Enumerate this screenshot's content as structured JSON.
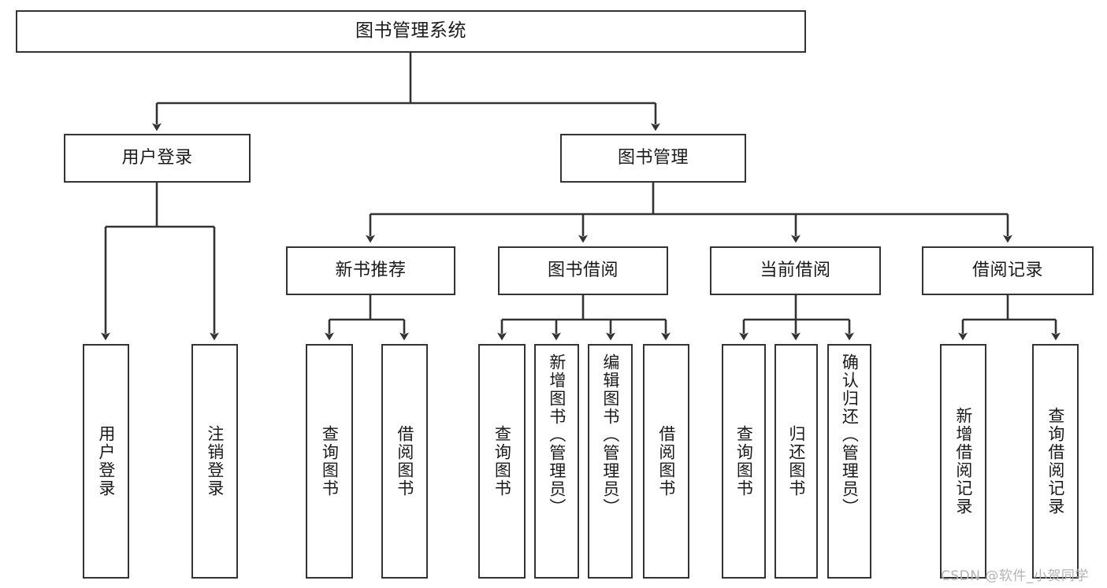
{
  "diagram": {
    "type": "tree",
    "title": "图书管理系统",
    "root": {
      "label": "图书管理系统"
    },
    "level2": [
      {
        "label": "用户登录"
      },
      {
        "label": "图书管理"
      }
    ],
    "level3": [
      {
        "label": "新书推荐"
      },
      {
        "label": "图书借阅"
      },
      {
        "label": "当前借阅"
      },
      {
        "label": "借阅记录"
      }
    ],
    "leaves": {
      "user_login": [
        {
          "label": "用户登录"
        },
        {
          "label": "注销登录"
        }
      ],
      "new_book_recommend": [
        {
          "label": "查询图书"
        },
        {
          "label": "借阅图书"
        }
      ],
      "book_borrow": [
        {
          "label": "查询图书"
        },
        {
          "label": "新增图书（管理员）"
        },
        {
          "label": "编辑图书（管理员）"
        },
        {
          "label": "借阅图书"
        }
      ],
      "current_borrow": [
        {
          "label": "查询图书"
        },
        {
          "label": "归还图书"
        },
        {
          "label": "确认归还（管理员）"
        }
      ],
      "borrow_records": [
        {
          "label": "新增借阅记录"
        },
        {
          "label": "查询借阅记录"
        }
      ]
    }
  },
  "watermark": {
    "text": "CSDN @软件_小贺同学"
  },
  "colors": {
    "border": "#333333",
    "text": "#1a1a1a",
    "background": "#ffffff",
    "watermark": "#b3b3b3"
  }
}
